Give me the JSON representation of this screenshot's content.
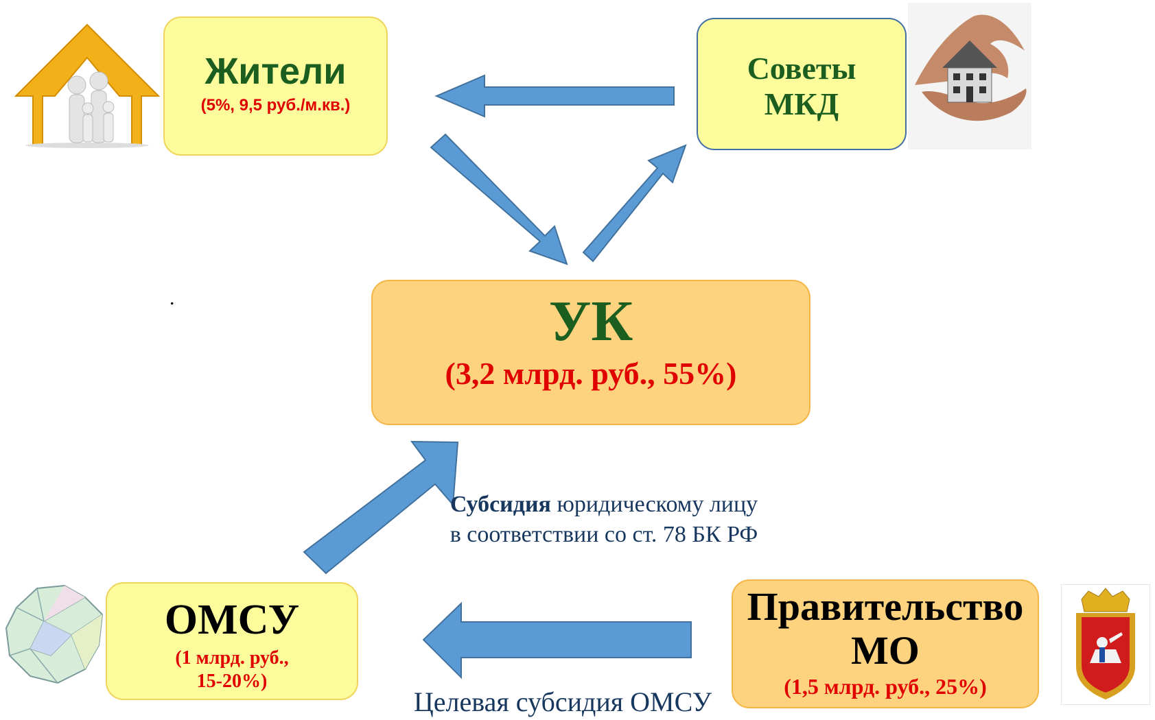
{
  "nodes": {
    "residents": {
      "title": "Жители",
      "sub": "(5%, 9,5 руб./м.кв.)"
    },
    "councils": {
      "title_line1": "Советы",
      "title_line2": "МКД"
    },
    "uk": {
      "title": "УК",
      "sub": "(3,2 млрд. руб., 55%)"
    },
    "omsu": {
      "title": "ОМСУ",
      "sub_line1": "(1 млрд. руб.,",
      "sub_line2": "15-20%)"
    },
    "government": {
      "title_line1": "Правительство",
      "title_line2": "МО",
      "sub": "(1,5 млрд. руб., 25%)"
    }
  },
  "captions": {
    "subsidy_uk_bold": "Субсидия",
    "subsidy_uk_rest": " юридическому лицу",
    "subsidy_uk_line2": "в соответствии со  ст. 78 БК РФ",
    "subsidy_omsu": "Целевая субсидия ОМСУ"
  },
  "stray_mark": ".",
  "colors": {
    "arrow_fill": "#5b9bd5",
    "arrow_stroke": "#41719c",
    "title_green": "#1b5e20",
    "value_red": "#e00000",
    "caption_blue": "#17375e",
    "box_yellow": "#fcfc9c",
    "box_orange": "#fdd37f"
  },
  "icons": [
    "house-family-icon",
    "hands-house-icon",
    "region-map-icon",
    "coat-of-arms-icon"
  ]
}
